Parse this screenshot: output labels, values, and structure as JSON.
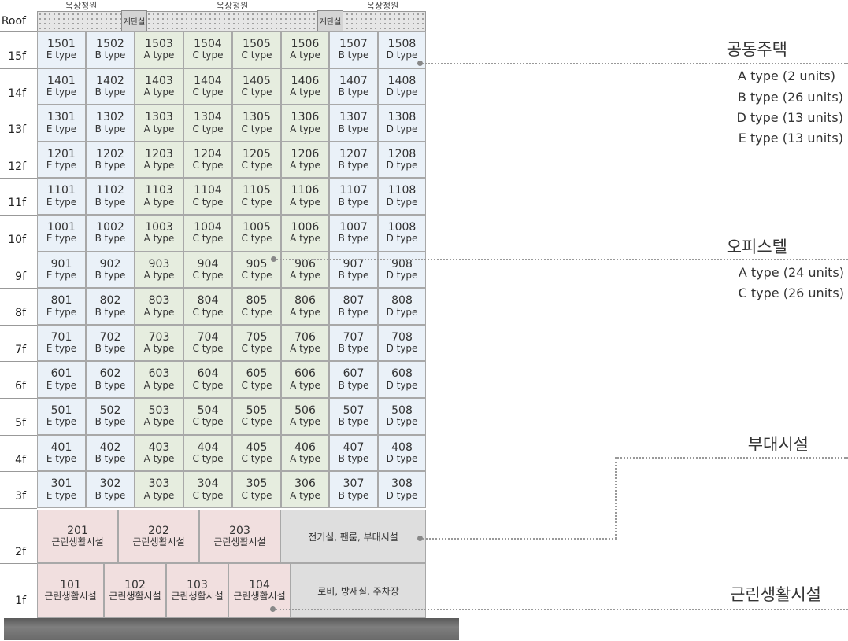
{
  "roof": {
    "floor_label": "Roof",
    "gardens": [
      "옥상정원",
      "옥상정원",
      "옥상정원"
    ],
    "stairs": [
      "계단실",
      "계단실"
    ]
  },
  "unit_type_pattern": [
    "E type",
    "B type",
    "A type",
    "C type",
    "C type",
    "A type",
    "B type",
    "D type"
  ],
  "unit_floors": [
    {
      "label": "15f",
      "units": [
        "1501",
        "1502",
        "1503",
        "1504",
        "1505",
        "1506",
        "1507",
        "1508"
      ]
    },
    {
      "label": "14f",
      "units": [
        "1401",
        "1402",
        "1403",
        "1404",
        "1405",
        "1406",
        "1407",
        "1408"
      ]
    },
    {
      "label": "13f",
      "units": [
        "1301",
        "1302",
        "1303",
        "1304",
        "1305",
        "1306",
        "1307",
        "1308"
      ]
    },
    {
      "label": "12f",
      "units": [
        "1201",
        "1202",
        "1203",
        "1204",
        "1205",
        "1206",
        "1207",
        "1208"
      ]
    },
    {
      "label": "11f",
      "units": [
        "1101",
        "1102",
        "1103",
        "1104",
        "1105",
        "1106",
        "1107",
        "1108"
      ]
    },
    {
      "label": "10f",
      "units": [
        "1001",
        "1002",
        "1003",
        "1004",
        "1005",
        "1006",
        "1007",
        "1008"
      ]
    },
    {
      "label": "9f",
      "units": [
        "901",
        "902",
        "903",
        "904",
        "905",
        "906",
        "907",
        "908"
      ]
    },
    {
      "label": "8f",
      "units": [
        "801",
        "802",
        "803",
        "804",
        "805",
        "806",
        "807",
        "808"
      ]
    },
    {
      "label": "7f",
      "units": [
        "701",
        "702",
        "703",
        "704",
        "705",
        "706",
        "707",
        "708"
      ]
    },
    {
      "label": "6f",
      "units": [
        "601",
        "602",
        "603",
        "604",
        "605",
        "606",
        "607",
        "608"
      ]
    },
    {
      "label": "5f",
      "units": [
        "501",
        "502",
        "503",
        "504",
        "505",
        "506",
        "507",
        "508"
      ]
    },
    {
      "label": "4f",
      "units": [
        "401",
        "402",
        "403",
        "404",
        "405",
        "406",
        "407",
        "408"
      ]
    },
    {
      "label": "3f",
      "units": [
        "301",
        "302",
        "303",
        "304",
        "305",
        "306",
        "307",
        "308"
      ]
    }
  ],
  "floor2": {
    "label": "2f",
    "units": [
      {
        "num": "201",
        "use": "근린생활시설"
      },
      {
        "num": "202",
        "use": "근린생활시설"
      },
      {
        "num": "203",
        "use": "근린생활시설"
      }
    ],
    "facility": "전기실, 팬룸, 부대시설"
  },
  "floor1": {
    "label": "1f",
    "units": [
      {
        "num": "101",
        "use": "근린생활시설"
      },
      {
        "num": "102",
        "use": "근린생활시설"
      },
      {
        "num": "103",
        "use": "근린생활시설"
      },
      {
        "num": "104",
        "use": "근린생활시설"
      }
    ],
    "facility": "로비, 방재실, 주차장"
  },
  "legend": {
    "apartments": {
      "title": "공동주택",
      "items": [
        "A type (2 units)",
        "B type (26 units)",
        "D type (13 units)",
        "E type (13 units)"
      ]
    },
    "officetel": {
      "title": "오피스텔",
      "items": [
        "A type (24 units)",
        "C type (26 units)"
      ]
    },
    "auxiliary": {
      "title": "부대시설"
    },
    "retail": {
      "title": "근린생활시설"
    }
  },
  "colors": {
    "apartment_unit": "#eaf1f8",
    "officetel_unit": "#e6eddf",
    "retail_unit": "#f1dfdf",
    "facility": "#dedede",
    "ground": "#666666"
  }
}
